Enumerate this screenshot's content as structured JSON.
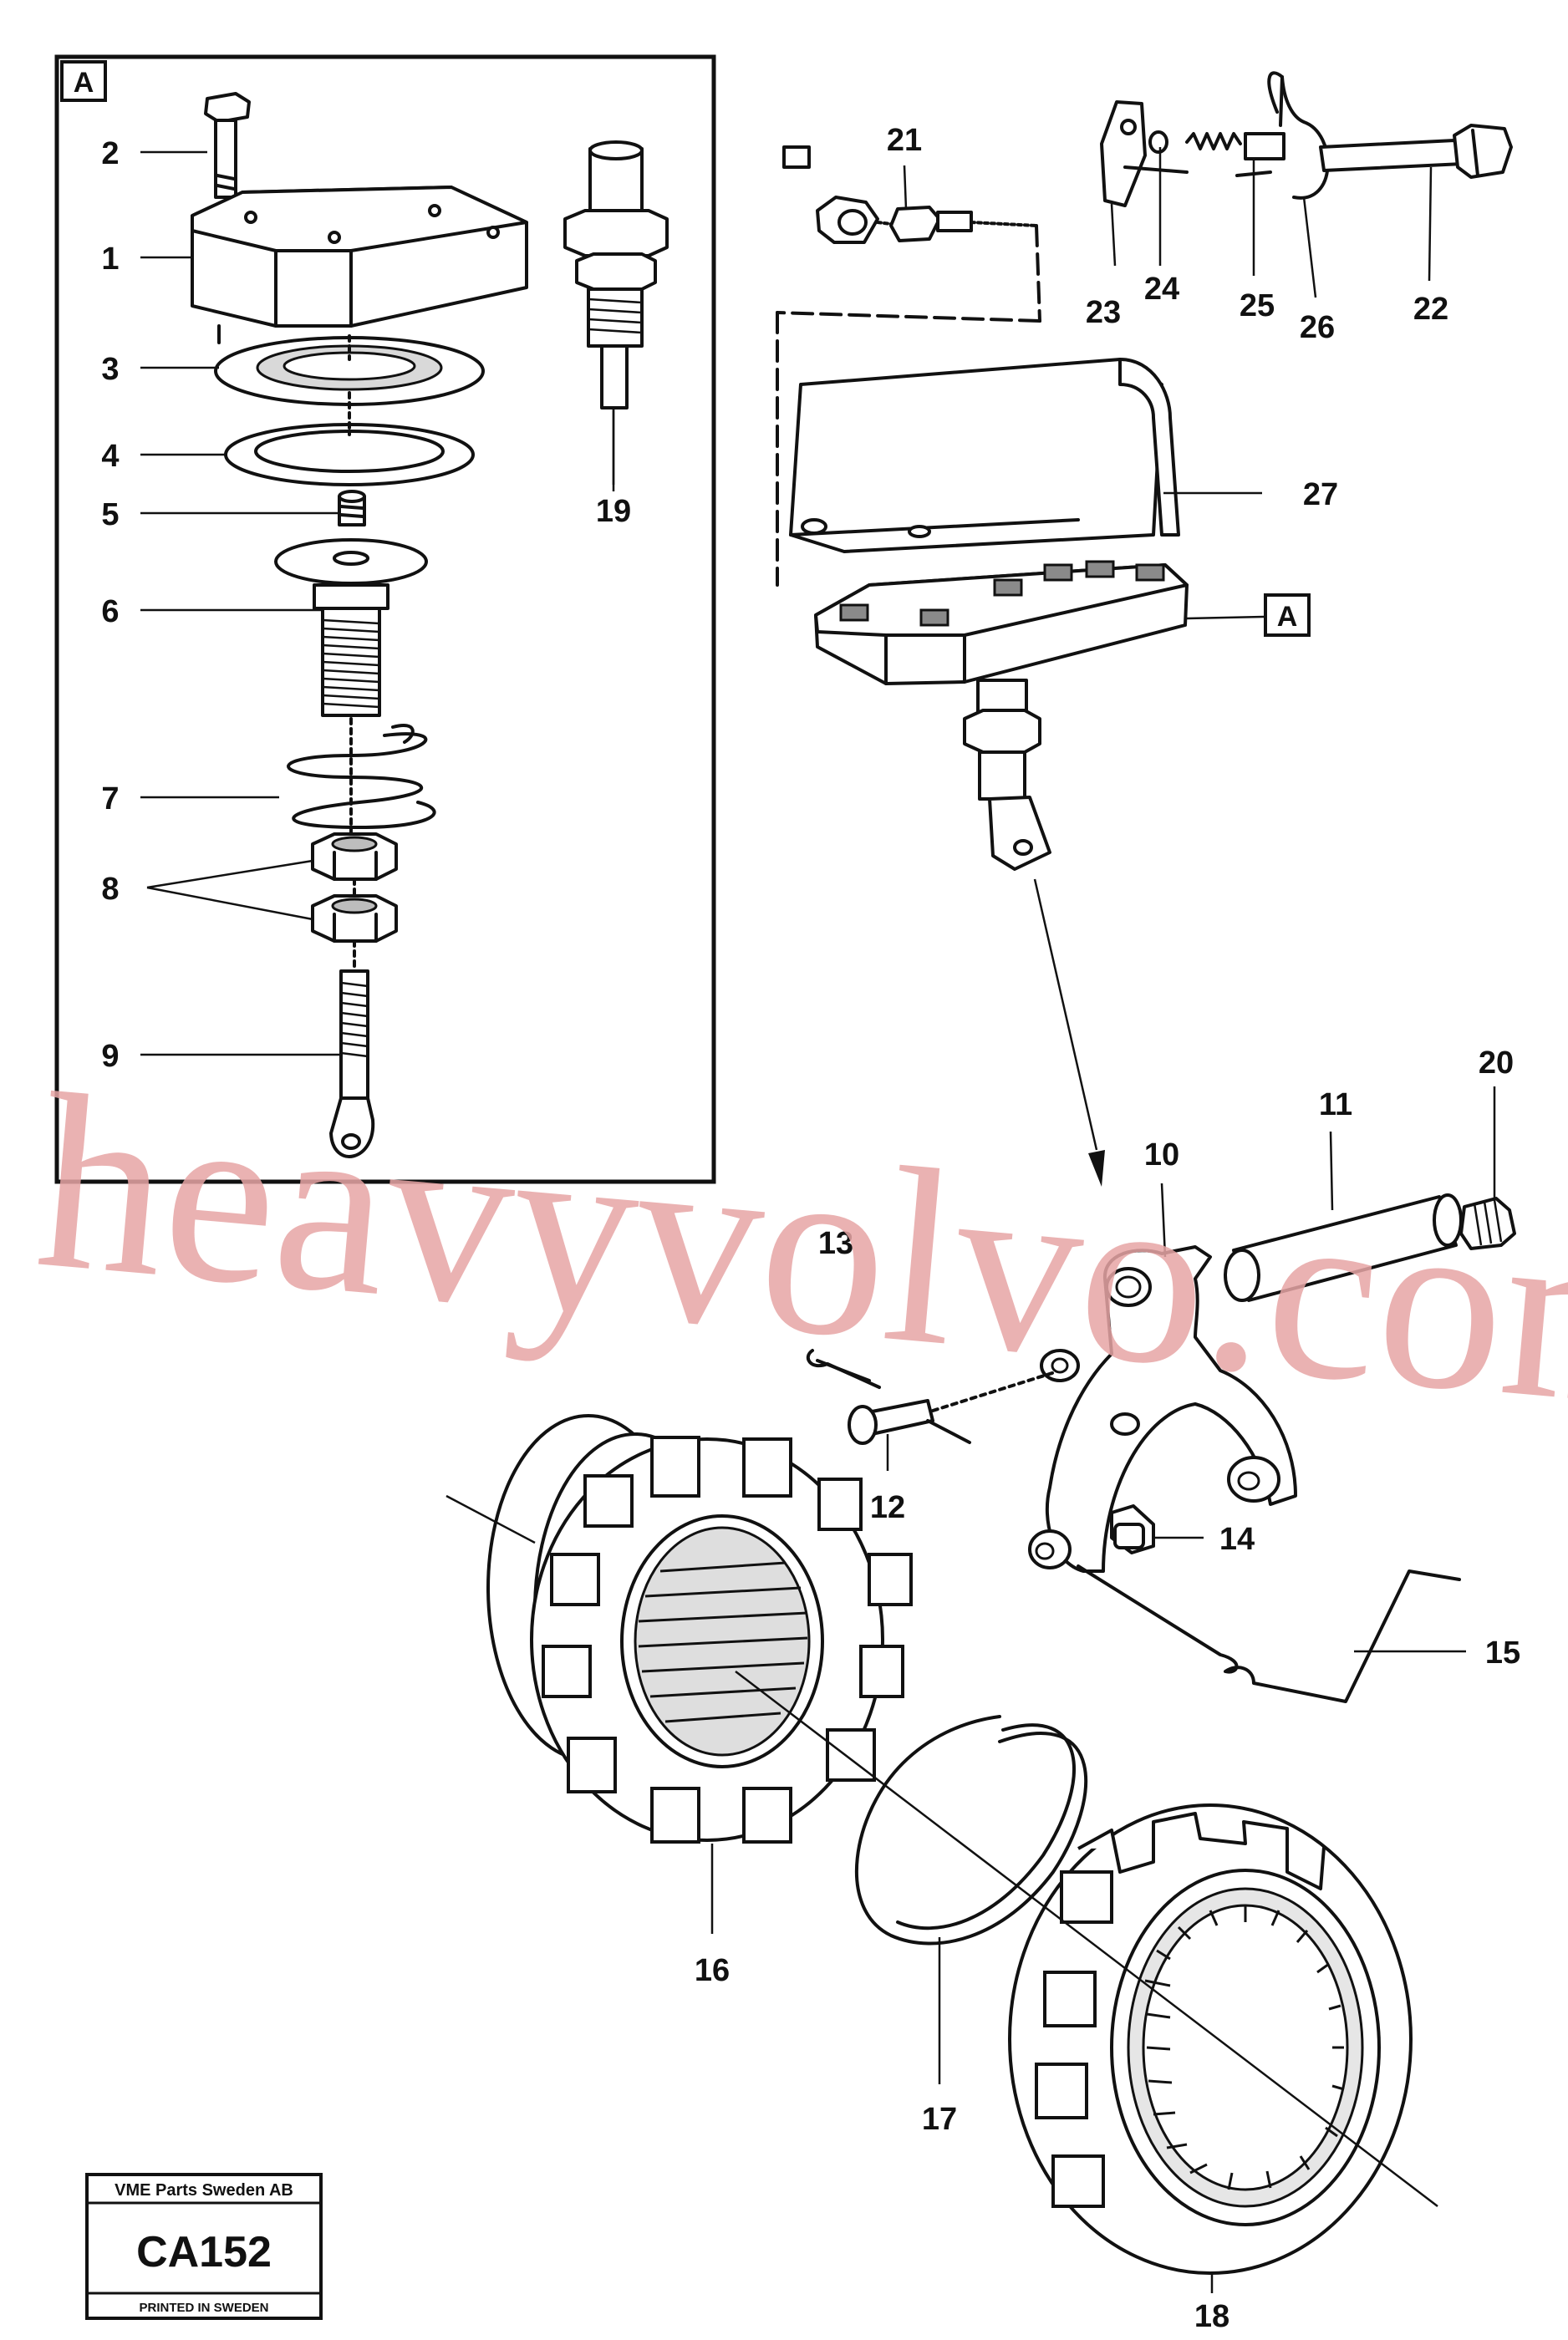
{
  "diagram": {
    "inset_tag": "A",
    "callout_tag": "A",
    "labels": {
      "n1": "1",
      "n2": "2",
      "n3": "3",
      "n4": "4",
      "n5": "5",
      "n6": "6",
      "n7": "7",
      "n8": "8",
      "n9": "9",
      "n10": "10",
      "n11": "11",
      "n12": "12",
      "n13": "13",
      "n14": "14",
      "n15": "15",
      "n16": "16",
      "n17": "17",
      "n18": "18",
      "n19": "19",
      "n20": "20",
      "n21": "21",
      "n22": "22",
      "n23": "23",
      "n24": "24",
      "n25": "25",
      "n26": "26",
      "n27": "27"
    }
  },
  "watermark": "heavyvolvo.com",
  "stamp": {
    "company": "VME Parts Sweden AB",
    "code": "CA152",
    "printed": "PRINTED IN SWEDEN"
  }
}
